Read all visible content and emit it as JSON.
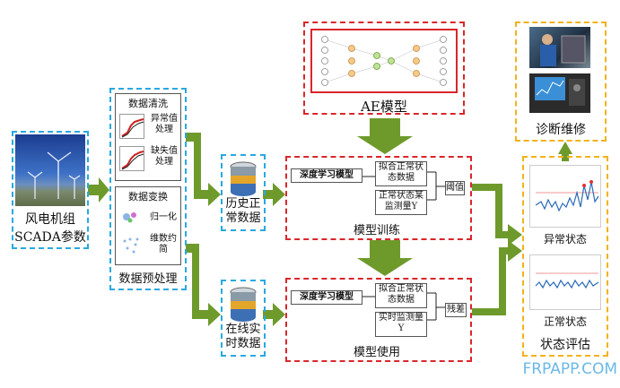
{
  "wind_turbine": {
    "label": "风电机组",
    "sublabel": "SCADA参数"
  },
  "preprocess": {
    "cleaning_title": "数据清洗",
    "outlier": "异常值处理",
    "missing": "缺失值处理",
    "transform_title": "数据变换",
    "normalize": "归一化",
    "reduce": "维数约简",
    "footer": "数据预处理"
  },
  "historical": "历史正常数据",
  "online": "在线实时数据",
  "ae_model": {
    "label": "AE模型"
  },
  "training": {
    "dl_model": "深度学习模型",
    "fit": "拟合正常状态数据",
    "measured": "正常状态某监测量Y",
    "threshold": "阈值",
    "title": "模型训练"
  },
  "usage": {
    "dl_model": "深度学习模型",
    "fit": "拟合正常状态数据",
    "measured": "实时监测量Y",
    "residual": "残差",
    "title": "模型使用"
  },
  "diagnosis": {
    "label": "诊断维修"
  },
  "evaluation": {
    "abnormal": "异常状态",
    "normal": "正常状态",
    "title": "状态评估"
  },
  "watermark": "FRPAPP.COM",
  "colors": {
    "arrow_green": "#6e9a2c",
    "blue": "#29a8e0",
    "red": "#d9262c",
    "yellow": "#f2b21b"
  }
}
